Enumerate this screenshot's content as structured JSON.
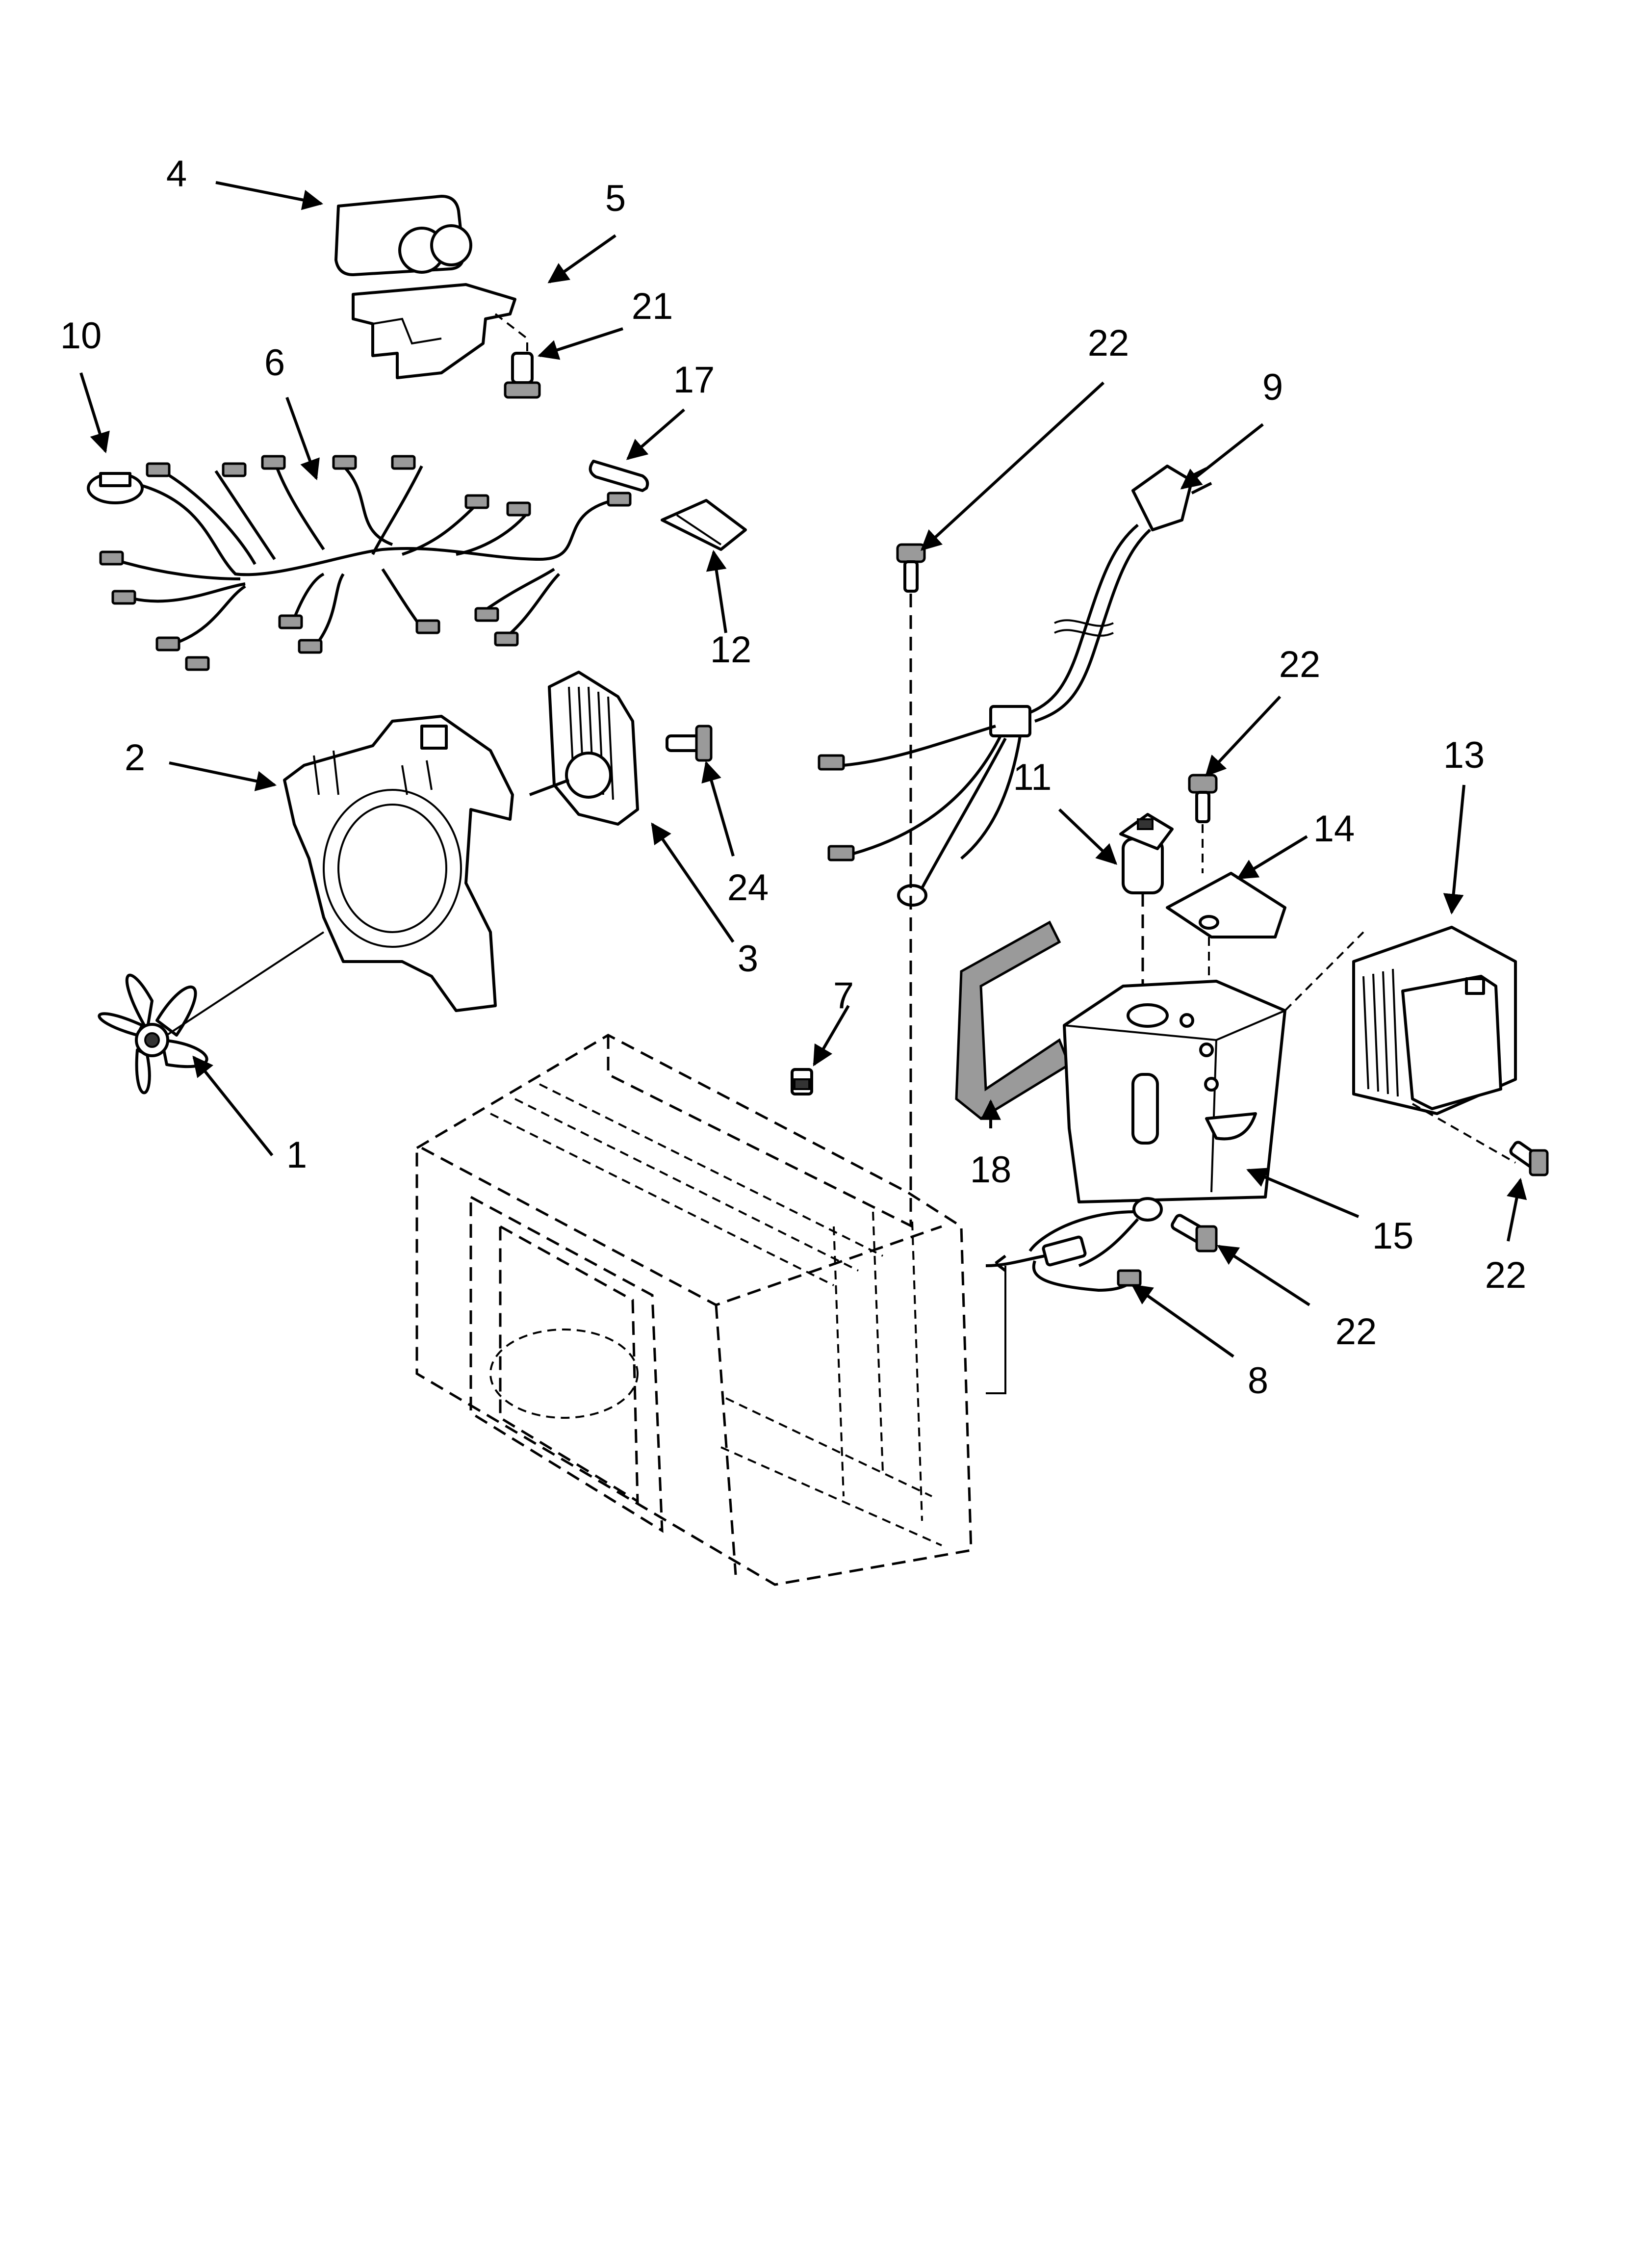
{
  "diagram": {
    "callouts": [
      {
        "id": "1",
        "text": "1"
      },
      {
        "id": "2",
        "text": "2"
      },
      {
        "id": "3",
        "text": "3"
      },
      {
        "id": "4",
        "text": "4"
      },
      {
        "id": "5",
        "text": "5"
      },
      {
        "id": "6",
        "text": "6"
      },
      {
        "id": "7",
        "text": "7"
      },
      {
        "id": "8",
        "text": "8"
      },
      {
        "id": "9",
        "text": "9"
      },
      {
        "id": "10",
        "text": "10"
      },
      {
        "id": "11",
        "text": "11"
      },
      {
        "id": "12",
        "text": "12"
      },
      {
        "id": "13",
        "text": "13"
      },
      {
        "id": "14",
        "text": "14"
      },
      {
        "id": "15",
        "text": "15"
      },
      {
        "id": "17",
        "text": "17"
      },
      {
        "id": "18",
        "text": "18"
      },
      {
        "id": "21",
        "text": "21"
      },
      {
        "id": "22a",
        "text": "22"
      },
      {
        "id": "22b",
        "text": "22"
      },
      {
        "id": "22c",
        "text": "22"
      },
      {
        "id": "22d",
        "text": "22"
      },
      {
        "id": "24",
        "text": "24"
      }
    ]
  }
}
